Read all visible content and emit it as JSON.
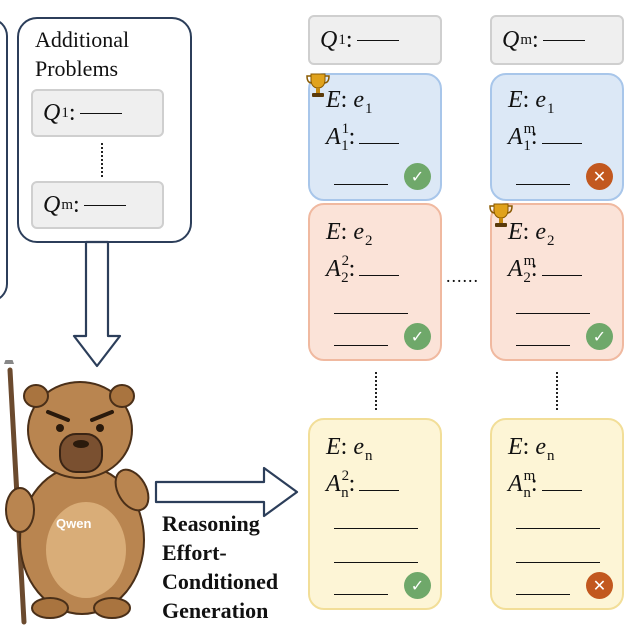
{
  "additional_problems": {
    "title_line1": "Additional",
    "title_line2": "Problems",
    "q_first_base": "Q",
    "q_first_sup": "1",
    "q_last_base": "Q",
    "q_last_sup": "m"
  },
  "top_questions": [
    {
      "base": "Q",
      "sup": "1"
    },
    {
      "base": "Q",
      "sup": "m"
    }
  ],
  "mascot": {
    "brand": "Qwen"
  },
  "arrow_label": [
    "Reasoning",
    "Effort-",
    "Conditioned",
    "Generation"
  ],
  "columns": [
    {
      "rows": [
        {
          "e_sub": "1",
          "a_sup": "1",
          "a_sub": "1",
          "result": "check",
          "trophy": true
        },
        {
          "e_sub": "2",
          "a_sup": "2",
          "a_sub": "2",
          "result": "check",
          "trophy": false
        },
        {
          "e_sub": "n",
          "a_sup": "2",
          "a_sub": "n",
          "result": "check",
          "trophy": false
        }
      ]
    },
    {
      "rows": [
        {
          "e_sub": "1",
          "a_sup": "m",
          "a_sub": "1",
          "result": "cross",
          "trophy": false
        },
        {
          "e_sub": "2",
          "a_sup": "m",
          "a_sub": "2",
          "result": "check",
          "trophy": true
        },
        {
          "e_sub": "n",
          "a_sup": "m",
          "a_sub": "n",
          "result": "cross",
          "trophy": false
        }
      ]
    }
  ],
  "symbols": {
    "effort": "E",
    "effort_value": "e",
    "answer": "A",
    "separator": ":",
    "between_columns": "......"
  },
  "colors": {
    "blue_card": "#dce8f6",
    "peach_card": "#fbe3d8",
    "yellow_card": "#fdf5d6",
    "check": "#6fa86a",
    "cross": "#c2581f",
    "box_border": "#2c3e5a"
  }
}
